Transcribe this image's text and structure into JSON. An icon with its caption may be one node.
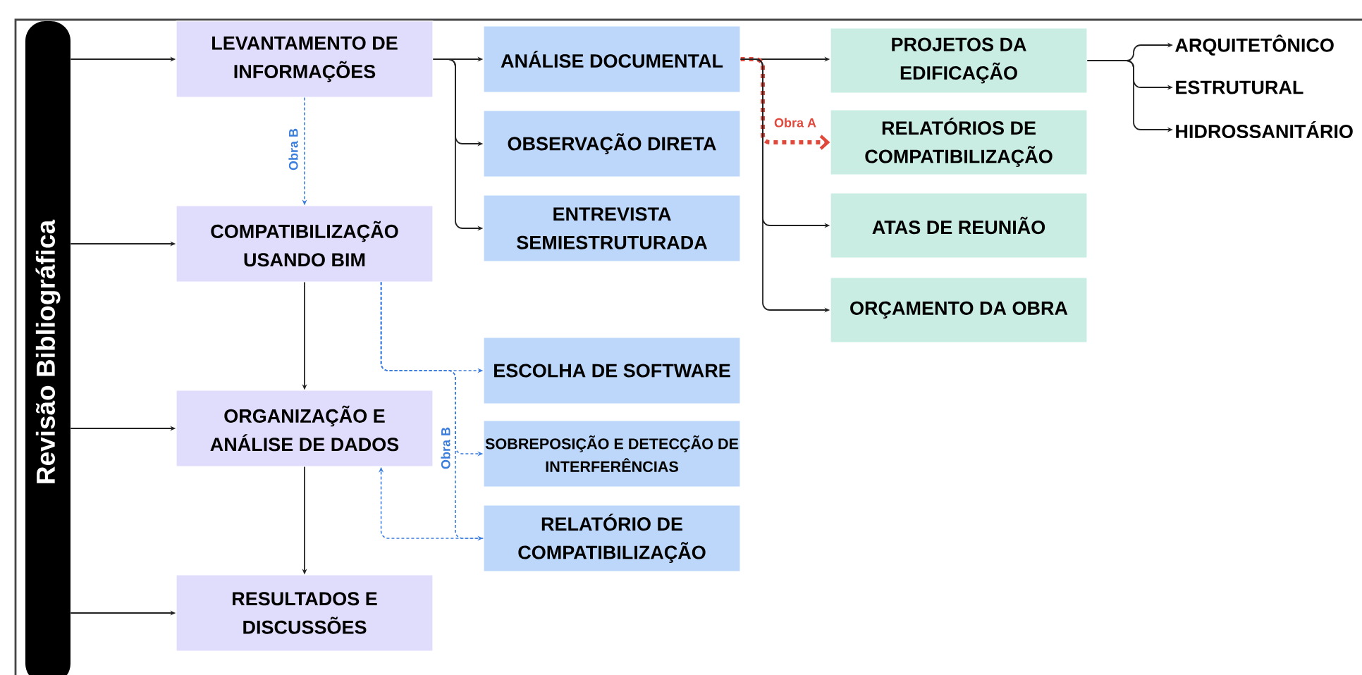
{
  "diagram": {
    "nodes": [
      {
        "text": [
          "Revisão Bibliográfica"
        ]
      },
      {
        "text": [
          "LEVANTAMENTO DE INFORMAÇÕES"
        ]
      },
      {
        "text": [
          "COMPATIBILIZAÇÃO USANDO BIM"
        ]
      },
      {
        "text": [
          "ORGANIZAÇÃO E ANÁLISE DE DADOS"
        ]
      },
      {
        "text": [
          "RESULTADOS E DISCUSSÕES"
        ]
      },
      {
        "text": [
          "ANÁLISE DOCUMENTAL"
        ]
      },
      {
        "text": [
          "OBSERVAÇÃO DIRETA"
        ]
      },
      {
        "text": [
          "ENTREVISTA SEMIESTRUTURADA"
        ]
      },
      {
        "text": [
          "ESCOLHA DE SOFTWARE"
        ]
      },
      {
        "text": [
          "SOBREPOSIÇÃO E DETECÇÃO DE INTERFERÊNCIAS"
        ]
      },
      {
        "text": [
          "RELATÓRIO DE COMPATIBILIZAÇÃO"
        ]
      },
      {
        "text": [
          "PROJETOS DA EDIFICAÇÃO"
        ]
      },
      {
        "text": [
          "RELATÓRIOS DE COMPATIBILIZAÇÃO"
        ]
      },
      {
        "text": [
          "ATAS DE REUNIÃO"
        ]
      },
      {
        "text": [
          "ORÇAMENTO DA OBRA"
        ]
      },
      {
        "text": [
          "ARQUITETÔNICO"
        ]
      },
      {
        "text": [
          "ESTRUTURAL"
        ]
      },
      {
        "text": [
          "HIDROSSANITÁRIO"
        ]
      }
    ],
    "edges": [
      {
        "from": 0,
        "to": 1,
        "arrow": "to"
      },
      {
        "from": 0,
        "to": 2,
        "arrow": "to"
      },
      {
        "from": 0,
        "to": 3,
        "arrow": "to"
      },
      {
        "from": 0,
        "to": 4,
        "arrow": "to"
      },
      {
        "from": 1,
        "to": 5,
        "arrow": "to"
      },
      {
        "from": 1,
        "to": 6,
        "arrow": "to"
      },
      {
        "from": 1,
        "to": 7,
        "arrow": "to"
      },
      {
        "from": 1,
        "to": 2,
        "arrow": "to",
        "label": "Obra B",
        "style": "dashed",
        "color": "#3b7ddd"
      },
      {
        "from": 2,
        "to": 3,
        "arrow": "to"
      },
      {
        "from": 3,
        "to": 4,
        "arrow": "to"
      },
      {
        "from": 2,
        "to": 8,
        "arrow": "to",
        "style": "dashed",
        "color": "#3b7ddd"
      },
      {
        "from": 2,
        "to": 9,
        "arrow": "to",
        "label": "Obra B",
        "style": "dashed",
        "color": "#3b7ddd"
      },
      {
        "from": 2,
        "to": 10,
        "arrow": "to",
        "style": "dashed",
        "color": "#3b7ddd"
      },
      {
        "from": 10,
        "to": 3,
        "arrow": "to",
        "style": "dashed",
        "color": "#3b7ddd"
      },
      {
        "from": 5,
        "to": 11,
        "arrow": "to"
      },
      {
        "from": 5,
        "to": 12,
        "arrow": "to",
        "label": "Obra A",
        "style": "dashed",
        "color": "#e0483c"
      },
      {
        "from": 5,
        "to": 13,
        "arrow": "to"
      },
      {
        "from": 5,
        "to": 14,
        "arrow": "to"
      },
      {
        "from": 11,
        "to": 15,
        "arrow": "to"
      },
      {
        "from": 11,
        "to": 16,
        "arrow": "to"
      },
      {
        "from": 11,
        "to": 17,
        "arrow": "to"
      }
    ]
  }
}
